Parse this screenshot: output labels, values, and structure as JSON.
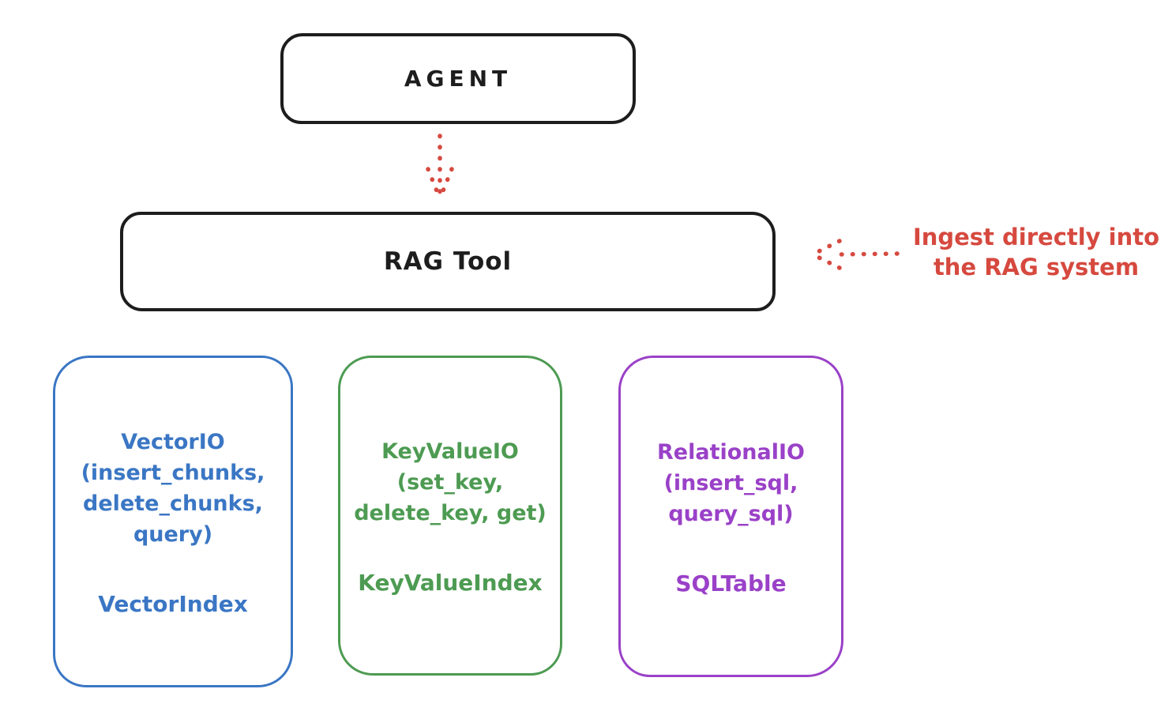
{
  "agent": {
    "label": "AGENT"
  },
  "rag_tool": {
    "label": "RAG Tool"
  },
  "annotation": {
    "text": "Ingest directly into\nthe RAG system"
  },
  "backends": [
    {
      "id": "vector",
      "io_label": "VectorIO\n(insert_chunks,\ndelete_chunks,\nquery)",
      "index_label": "VectorIndex",
      "color": "#3a76c4"
    },
    {
      "id": "keyvalue",
      "io_label": "KeyValueIO\n(set_key,\ndelete_key, get)",
      "index_label": "KeyValueIndex",
      "color": "#4d9b52"
    },
    {
      "id": "relational",
      "io_label": "RelationalIO\n(insert_sql,\nquery_sql)",
      "index_label": "SQLTable",
      "color": "#9a41c8"
    }
  ],
  "colors": {
    "ink": "#1d1d1d",
    "accent_red": "#d6493f",
    "accent_blue": "#3a76c4",
    "accent_green": "#4d9b52",
    "accent_purple": "#9a41c8"
  }
}
